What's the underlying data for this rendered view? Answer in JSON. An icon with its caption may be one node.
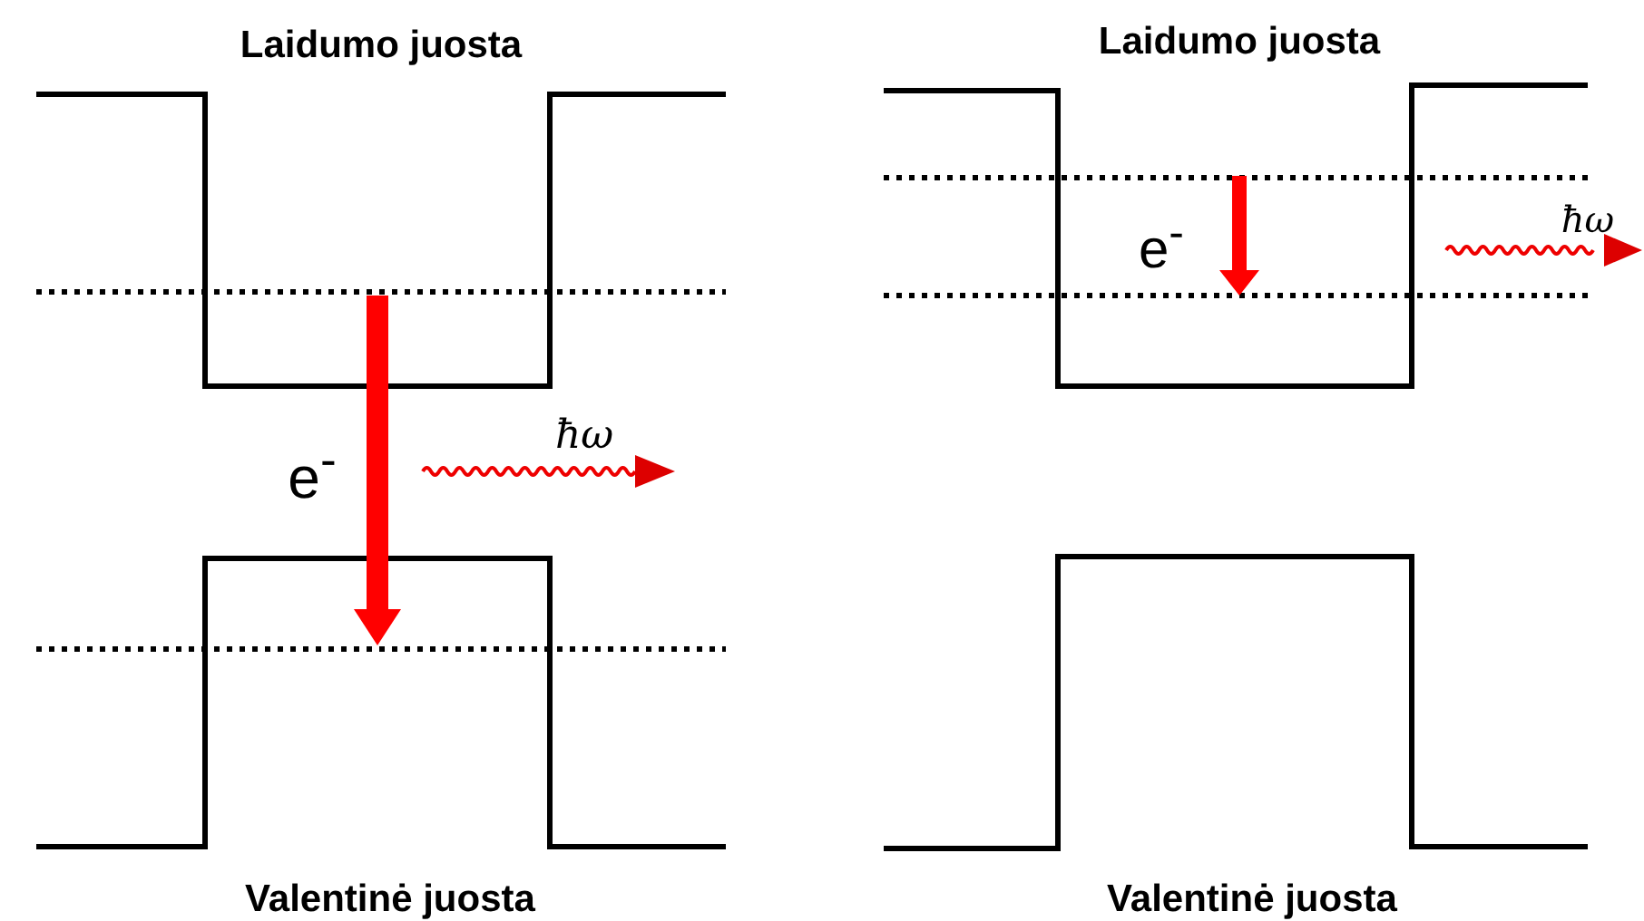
{
  "diagram": {
    "labels": [
      "Laidumo juosta",
      "Laidumo juosta",
      "e$^{-}$",
      "ħω",
      "ħω",
      "e$^{-}$",
      "Valentinė juosta",
      "Valentinė juosta"
    ]
  }
}
